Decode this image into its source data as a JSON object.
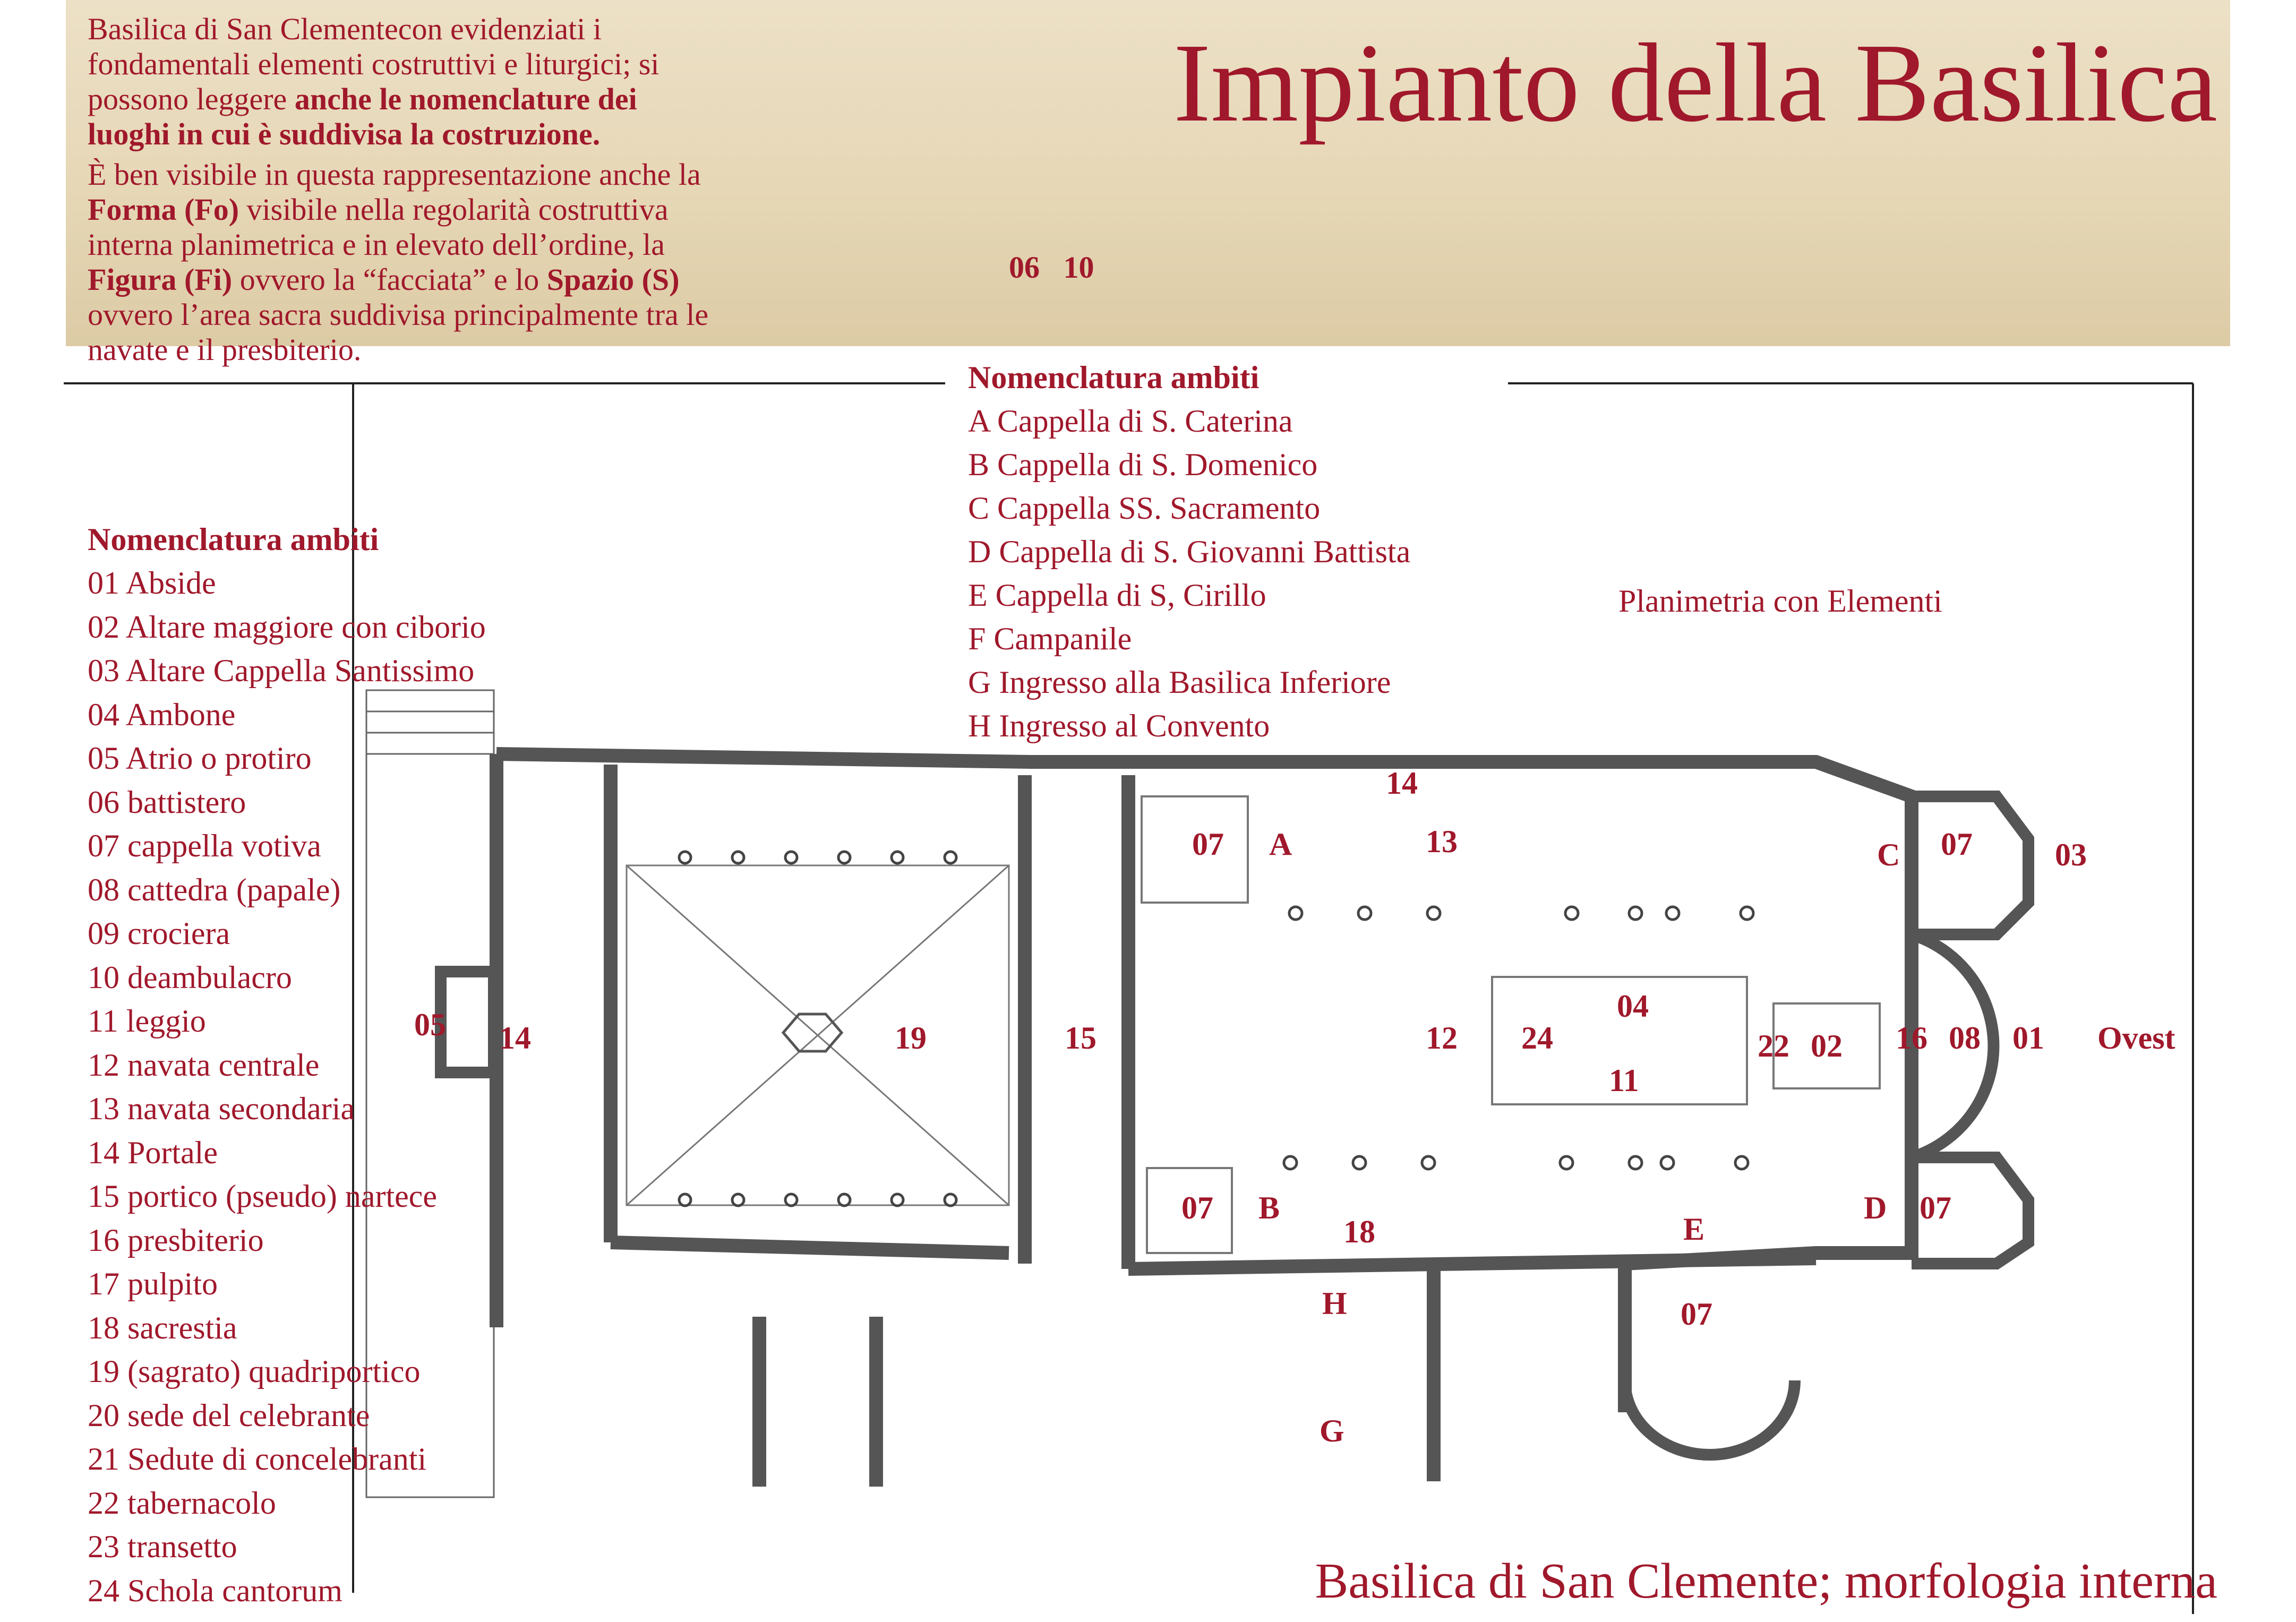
{
  "title": "Impianto della Basilica",
  "subtitle": "Basilica di San Clemente; morfologia interna",
  "intro": {
    "p1_normal": "Basilica di San Clementecon evidenziati i fondamentali  elementi costruttivi e liturgici; si possono leggere ",
    "p1_bold": "anche le nomenclature dei luoghi in cui è suddivisa la costruzione.",
    "p2_a": "È ben visibile in questa rappresentazione anche la ",
    "p2_forma": "Forma (Fo)",
    "p2_b": " visibile nella regolarità costruttiva interna planimetrica e in elevato dell’ordine, la ",
    "p2_figura": "Figura (Fi)",
    "p2_c": " ovvero la “facciata” e lo ",
    "p2_spazio": "Spazio (S)",
    "p2_d": " ovvero l’area sacra suddivisa principalmente tra le navate e il presbiterio."
  },
  "top_numbers": "06 10",
  "legend_numbers": {
    "heading": "Nomenclatura ambiti",
    "items": [
      "01 Abside",
      "02 Altare maggiore con ciborio",
      "03 Altare Cappella Santissimo",
      "04 Ambone",
      "05 Atrio o protiro",
      "06 battistero",
      "07 cappella votiva",
      "08 cattedra (papale)",
      "09 crociera",
      "10 deambulacro",
      "11 leggio",
      "12 navata centrale",
      "13 navata secondaria",
      "14 Portale",
      "15 portico (pseudo) nartece",
      "16 presbiterio",
      "17 pulpito",
      "18 sacrestia",
      "19 (sagrato) quadriportico",
      "20 sede del celebrante",
      "21 Sedute di concelebranti",
      "22 tabernacolo",
      "23 transetto",
      "24 Schola cantorum"
    ]
  },
  "legend_letters": {
    "heading": "Nomenclatura ambiti",
    "items": [
      "A Cappella di S. Caterina",
      "B Cappella di S. Domenico",
      "C Cappella SS. Sacramento",
      "D Cappella di S. Giovanni Battista",
      "E Cappella di S, Cirillo",
      "F Campanile",
      "G Ingresso alla Basilica Inferiore",
      "H Ingresso al Convento"
    ]
  },
  "plan_caption": "Planimetria con Elementi",
  "plan_labels": {
    "l05": "05",
    "l14a": "14",
    "l19": "19",
    "l15": "15",
    "l07a": "07",
    "lA": "A",
    "l14b": "14",
    "l13": "13",
    "lC": "C",
    "l07b": "07",
    "l03": "03",
    "l04": "04",
    "l12": "12",
    "l24": "24",
    "l11": "11",
    "l22": "22",
    "l02": "02",
    "l16": "16",
    "l08": "08",
    "l01": "01",
    "lOvest": "Ovest",
    "l07c": "07",
    "lB": "B",
    "l18": "18",
    "lE": "E",
    "lD": "D",
    "l07d": "07",
    "lH": "H",
    "l07e": "07",
    "lG": "G"
  },
  "colors": {
    "accent": "#a0182b",
    "banner": "#e6d7b6",
    "ink": "#555555"
  }
}
